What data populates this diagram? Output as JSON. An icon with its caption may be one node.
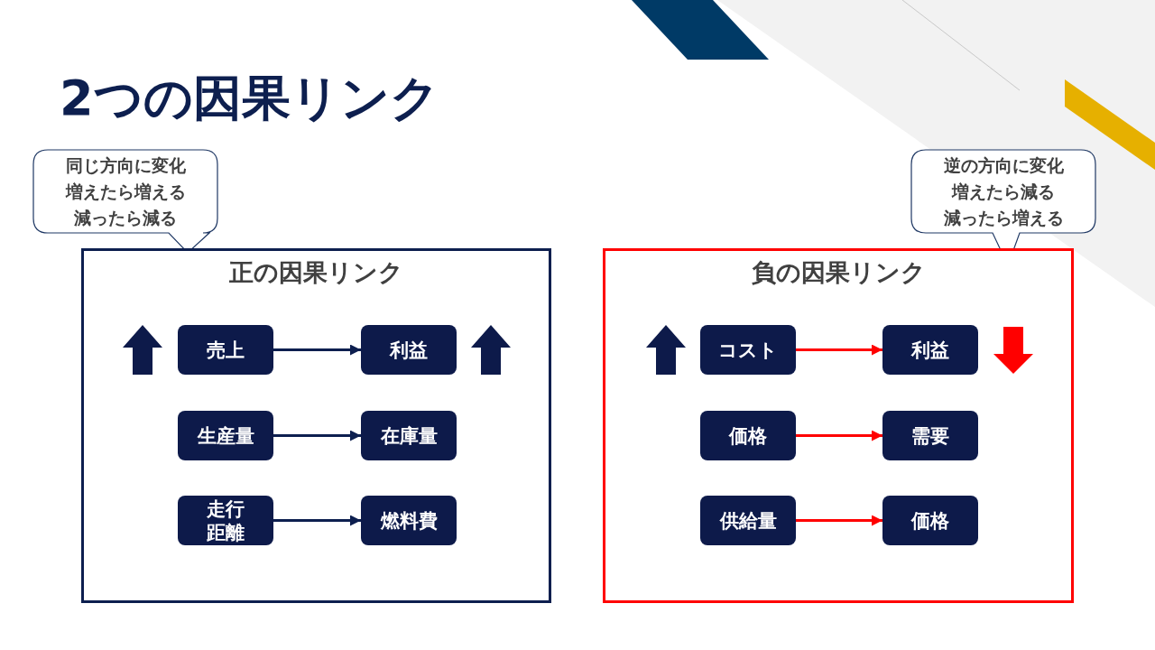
{
  "diagram": {
    "title": "2つの因果リンク",
    "nodes": [
      {
        "text": [
          "同じ方向に変化",
          "増えたら増える",
          "減ったら減る"
        ]
      },
      {
        "text": [
          "正の因果リンク"
        ]
      },
      {
        "text": [
          "売上"
        ],
        "in": 1
      },
      {
        "text": [
          "利益"
        ],
        "in": 1
      },
      {
        "text": [
          "生産量"
        ],
        "in": 1
      },
      {
        "text": [
          "在庫量"
        ],
        "in": 1
      },
      {
        "text": [
          "走行距離"
        ],
        "in": 1
      },
      {
        "text": [
          "燃料費"
        ],
        "in": 1
      },
      {
        "text": [
          "逆の方向に変化",
          "増えたら減る",
          "減ったら増える"
        ]
      },
      {
        "text": [
          "負の因果リンク"
        ]
      },
      {
        "text": [
          "コスト"
        ],
        "in": 9
      },
      {
        "text": [
          "利益"
        ],
        "in": 9
      },
      {
        "text": [
          "価格"
        ],
        "in": 9
      },
      {
        "text": [
          "需要"
        ],
        "in": 9
      },
      {
        "text": [
          "供給量"
        ],
        "in": 9
      },
      {
        "text": [
          "価格"
        ],
        "in": 9
      }
    ],
    "edges": [
      {
        "from": 2,
        "to": 3,
        "arrow": "to"
      },
      {
        "from": 4,
        "to": 5,
        "arrow": "to"
      },
      {
        "from": 6,
        "to": 7,
        "arrow": "to"
      },
      {
        "from": 10,
        "to": 11,
        "arrow": "to",
        "color": "#ff0000"
      },
      {
        "from": 12,
        "to": 13,
        "arrow": "to",
        "color": "#ff0000"
      },
      {
        "from": 14,
        "to": 15,
        "arrow": "to",
        "color": "#ff0000"
      }
    ]
  }
}
